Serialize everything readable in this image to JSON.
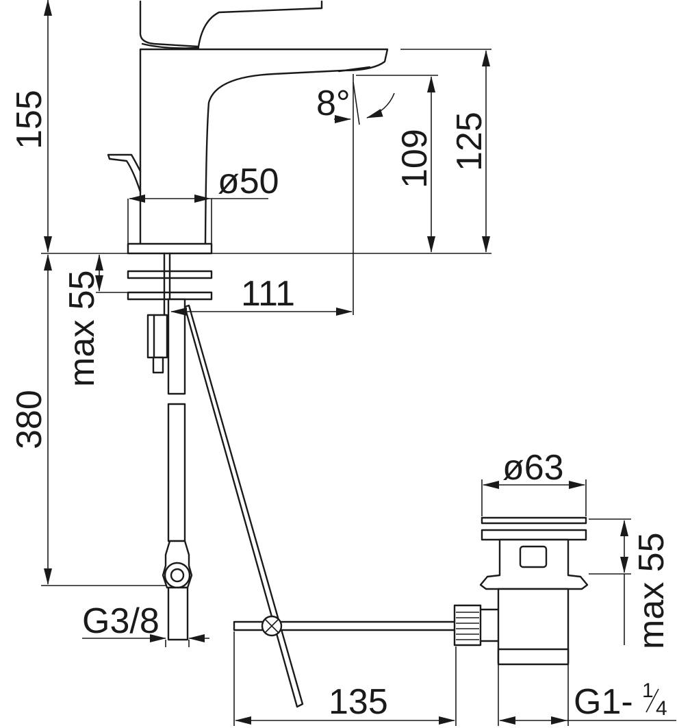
{
  "dimensions": {
    "height_total": "155",
    "outlet_height": "125",
    "outlet_clearance": "109",
    "spout_angle": "8°",
    "body_diameter": "ø50",
    "deck_thickness_max": "max 55",
    "spout_reach": "111",
    "hose_length": "380",
    "connection_thread": "G3/8",
    "drain_diameter": "ø63",
    "basin_thickness_max": "max 55",
    "pull_rod_length": "135",
    "waste_thread_main": "G1-",
    "waste_thread_fraction_num": "1",
    "waste_thread_fraction_den": "4"
  }
}
